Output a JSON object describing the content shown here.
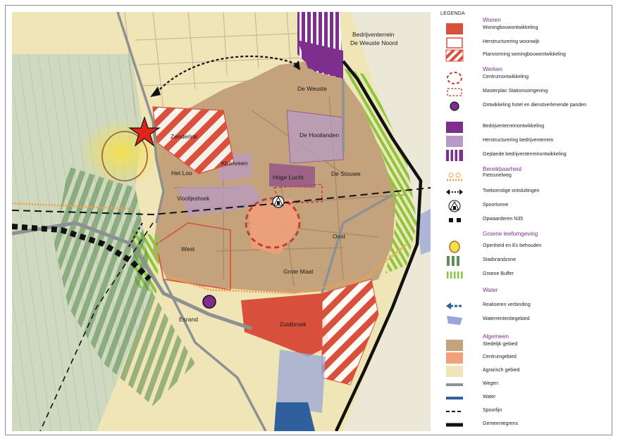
{
  "map": {
    "labels": {
      "bedrijventerrein": "Bedrijventerrein",
      "de_weuste_noord": "De Weuste Noord",
      "de_weuste": "De Weuste",
      "de_hooilanden": "De Hooilanden",
      "zenderink": "Zenderink",
      "kluinveen": "Kluinveen",
      "het_loo": "Het Loo",
      "hoge_lucht": "Hoge Lucht",
      "de_stouwe": "De Stouwe",
      "viooltjeshoek": "Viooltjeshoek",
      "oost": "Oost",
      "west": "West",
      "grote_maat": "Grote Maat",
      "esrand": "Esrand",
      "zuidbroek": "Zuidbroek"
    }
  },
  "legend": {
    "title": "LEGENDA",
    "sections": {
      "wonen": "Wonen",
      "werken": "Werken",
      "bereikbaarheid": "Bereikbaarheid",
      "groene": "Groene leefomgeving",
      "water": "Water",
      "algemeen": "Algemeen"
    },
    "items": {
      "woningbouw": "Woningbouwontwikkeling",
      "herstructurering_wijk": "Herstructurering woonwijk",
      "planvorming": "Planvorming woningbouwontwikkeling",
      "centrum": "Centrumontwikkeling",
      "masterplan": "Masterplan Stationsomgeving",
      "hotel": "Ontwikkeling hotel en dienstverlenende panden",
      "bedrijventerrein_ontw": "Bedrijventerreinontwikkeling",
      "herstructurering_bedr": "Herstructurering bedrijventerrein",
      "geplande_bedr": "Geplande bedrijventerreinontwikkeling",
      "fietssnelweg": "Fietssnelweg",
      "ontsluitingen": "Toekomstige ontsluitingen",
      "spoortunnel": "Spoortunne",
      "n35": "Opwaarderen N35",
      "es": "Openheid en Es behouden",
      "stadsrandzone": "Stadsrandzone",
      "groene_buffer": "Groene Buffer",
      "verbinding": "Realiseren verbinding",
      "waterretentie": "Waterrententiegebied",
      "stedelijk": "Stedelijk gebied",
      "centrumgebied": "Centrumgebied",
      "agrarisch": "Agrarisch gebied",
      "wegen": "Wegen",
      "water_item": "Water",
      "spoorlijn": "Spoorlijn",
      "gemeentegrens": "Gemeentegrens"
    }
  },
  "colors": {
    "stedelijk": "#c3a27c",
    "agrarisch": "#f0e5b6",
    "green_area": "#cfd9bf",
    "wonen_red": "#d9503c",
    "purple": "#7e2f8e",
    "light_purple": "#b89ac6",
    "road": "#8e9193",
    "water": "#2f5f9c",
    "stadsrand": "#5f8f55",
    "buffer": "#8cc63e",
    "orange": "#f6a14a",
    "accent_text": "#7e2f8e"
  }
}
